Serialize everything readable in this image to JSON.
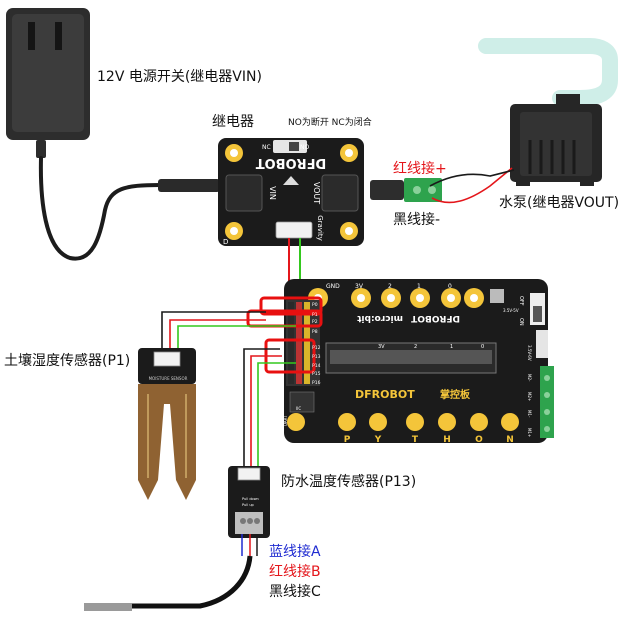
{
  "labels": {
    "power": "12V 电源开关(继电器VIN)",
    "relay": "继电器",
    "relay_mode": "NO为断开 NC为闭合",
    "red_plus": "红线接+",
    "black_minus": "黑线接-",
    "pump": "水泵(继电器VOUT)",
    "soil_sensor": "土壤湿度传感器(P1)",
    "temp_sensor": "防水温度传感器(P13)",
    "blue_a": "蓝线接A",
    "red_b": "红线接B",
    "black_c": "黑线接C"
  },
  "relay_board": {
    "brand": "DFROBOT",
    "vin": "VIN",
    "vout": "VOUT",
    "gravity": "Gravity",
    "no": "NO",
    "nc": "NC",
    "d": "D"
  },
  "controller": {
    "brand": "DFROBOT",
    "cn_brand": "掌控板",
    "microbit": "micro:bit",
    "top_pins": [
      "GND",
      "3V",
      "2",
      "1",
      "0"
    ],
    "python_letters": [
      "P",
      "Y",
      "T",
      "H",
      "O",
      "N"
    ],
    "side_pins": [
      "P0",
      "P1",
      "P2",
      "P8",
      "P12",
      "P13",
      "P14",
      "P15",
      "P16"
    ],
    "off": "OFF",
    "on": "ON",
    "volt1": "3.5V-5V",
    "volt2": "3.5V-6V",
    "uart": "UART",
    "iic": "IIC",
    "motor_pins": [
      "M2-",
      "M2+",
      "M1-",
      "M1+"
    ],
    "edge_pins": [
      "3V",
      "2",
      "1",
      "0"
    ]
  },
  "temp_board": {
    "pull_down": "Pull down",
    "pull_up": "Pull up"
  },
  "moisture_board": {
    "label": "MOISTURE SENSOR"
  },
  "colors": {
    "wire_black": "#1a1a1a",
    "wire_red": "#e4161b",
    "wire_green": "#34c81e",
    "wire_blue": "#1f2bd1",
    "highlight": "#e81010",
    "board_dark": "#1b1b1b",
    "gold": "#f4c53a",
    "probe_brown": "#8f6232",
    "terminal_green": "#2ea34d",
    "pump_tube": "#cfeee8"
  }
}
